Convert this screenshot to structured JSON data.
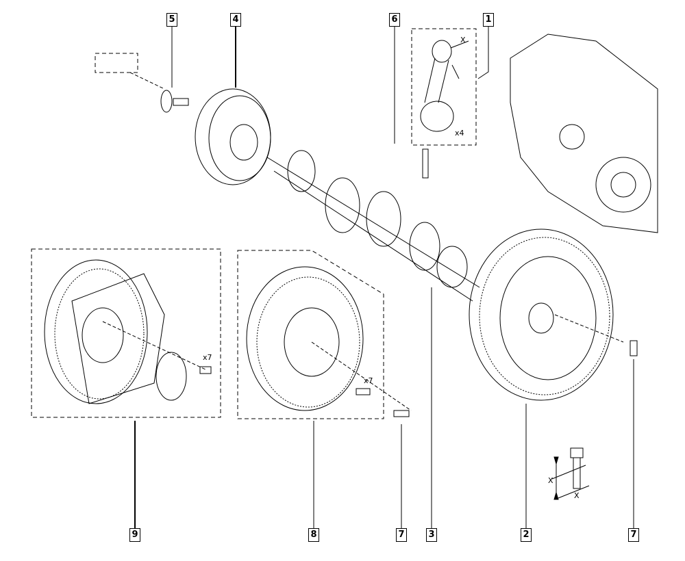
{
  "diagram": {
    "type": "exploded-parts-diagram",
    "subject": "crankshaft, connecting rods, pulley and flywheel assembly",
    "callouts": [
      {
        "id": "5",
        "part": "pulley-bolt-with-washer"
      },
      {
        "id": "4",
        "part": "crankshaft-pulley"
      },
      {
        "id": "6",
        "part": "connecting-rod-bolt"
      },
      {
        "id": "1",
        "part": "connecting-rod"
      },
      {
        "id": "9",
        "part": "flywheel-variant-a"
      },
      {
        "id": "8",
        "part": "flywheel-variant-b"
      },
      {
        "id": "7",
        "part": "flywheel-bolt"
      },
      {
        "id": "3",
        "part": "crankshaft"
      },
      {
        "id": "2",
        "part": "dual-mass-flywheel"
      },
      {
        "id": "7",
        "part": "flywheel-bolt-detail"
      }
    ],
    "quantity_notes": {
      "conrod": "x4",
      "flywheel_a_bolts": "x7",
      "flywheel_b_bolts": "x7"
    },
    "dimension_marks": {
      "conrod": "X",
      "bolt_length": "X",
      "bolt_width": "X"
    }
  }
}
